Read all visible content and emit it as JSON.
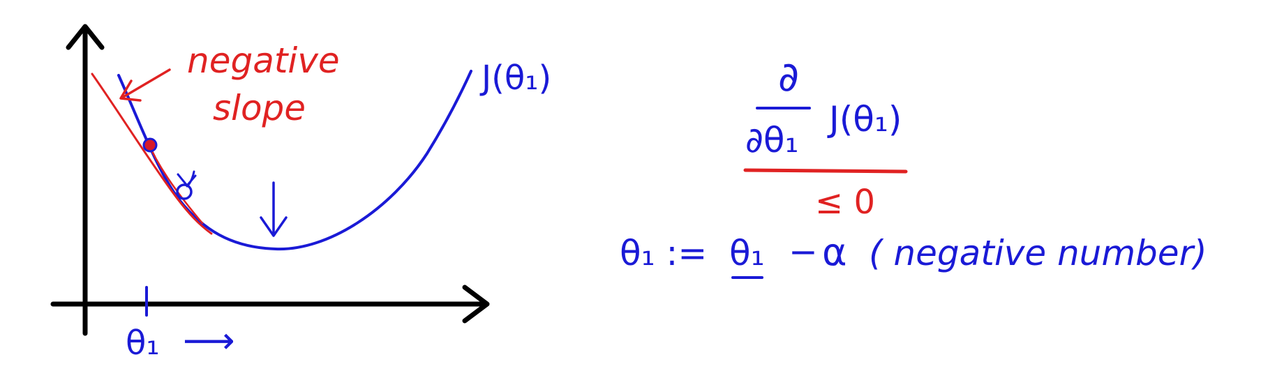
{
  "colors": {
    "axis": "#000000",
    "curve": "#1a1ad6",
    "annotation": "#e02222",
    "background": "#ffffff"
  },
  "left_panel": {
    "curve_label": "J(θ₁)",
    "slope_note_line1": "negative",
    "slope_note_line2": "slope",
    "x_label": "θ₁",
    "x_arrow": "⟶"
  },
  "right_panel": {
    "deriv_numerator": "∂",
    "deriv_denominator": "∂θ₁",
    "deriv_function": "J(θ₁)",
    "sign_result": "≤ 0",
    "update_lhs": "θ₁ :=",
    "update_theta": "θ₁",
    "update_minus": "−",
    "update_alpha": "α",
    "update_paren_text": "( negative number)"
  }
}
